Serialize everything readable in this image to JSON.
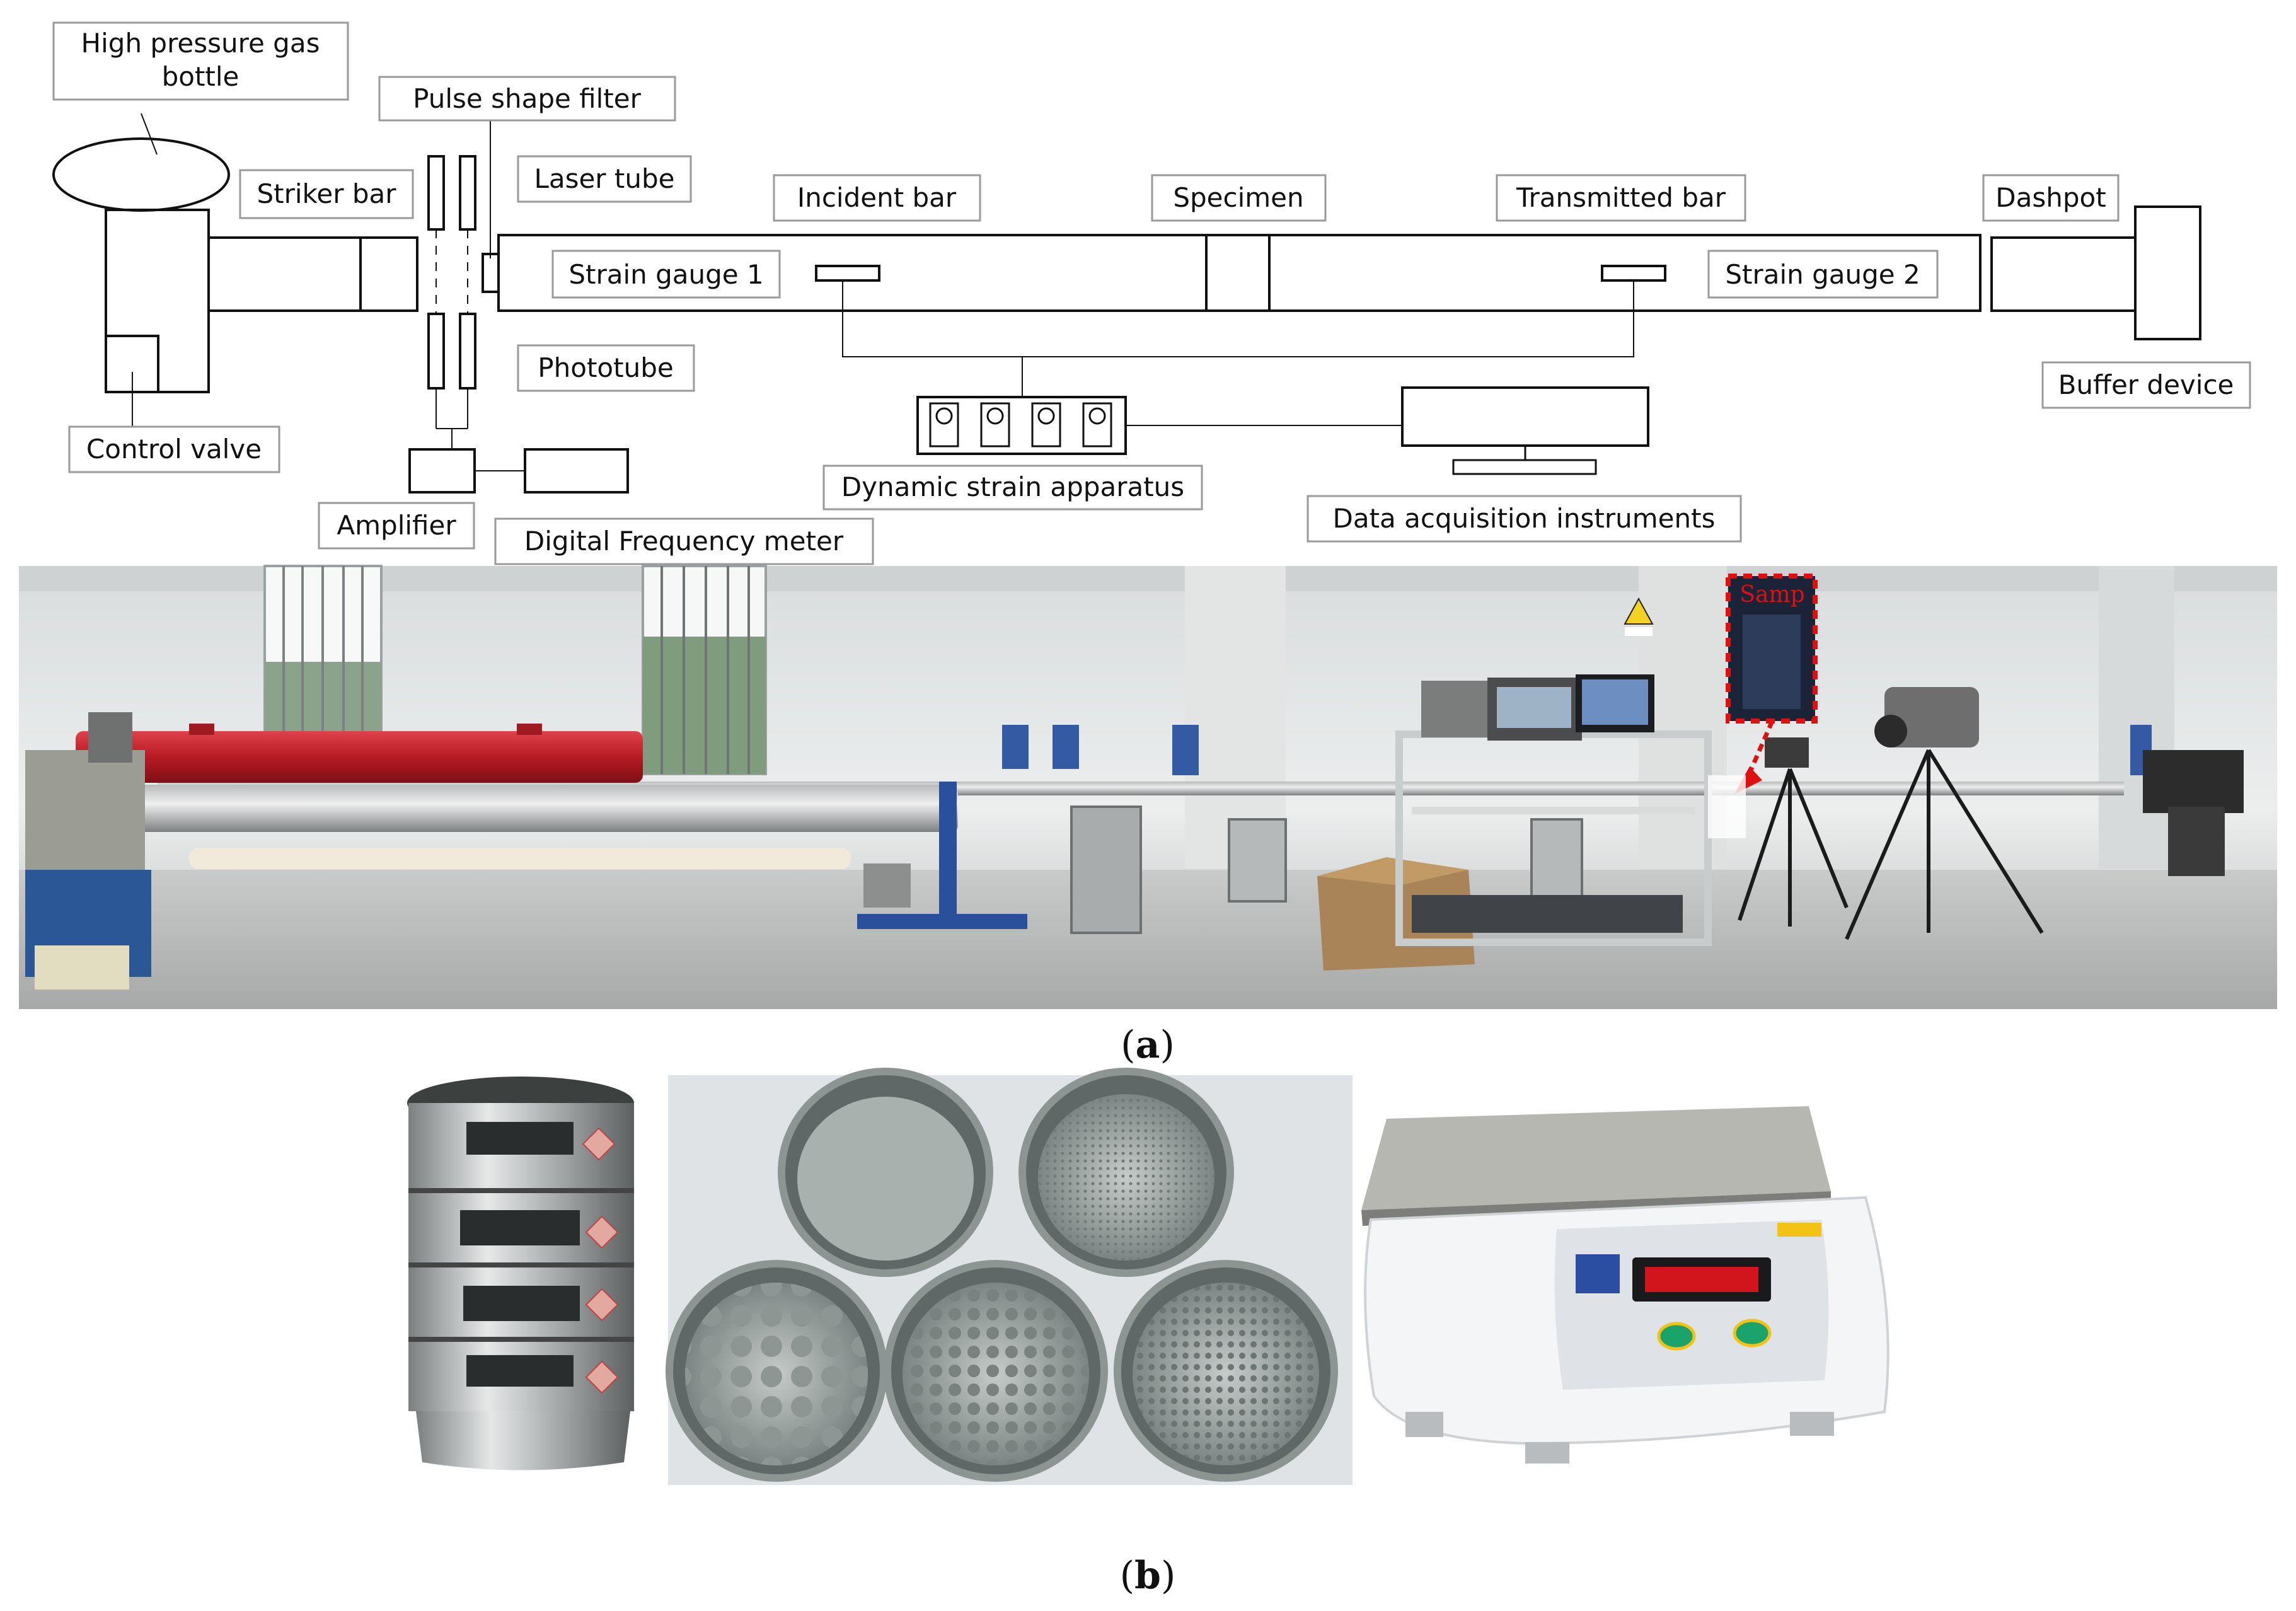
{
  "schematic": {
    "labels": {
      "gas_bottle_line1": "High pressure gas",
      "gas_bottle_line2": "bottle",
      "pulse_shape_filter": "Pulse shape filter",
      "striker_bar": "Striker bar",
      "laser_tube": "Laser tube",
      "incident_bar": "Incident bar",
      "specimen": "Specimen",
      "transmitted_bar": "Transmitted bar",
      "dashpot": "Dashpot",
      "strain_gauge_1": "Strain gauge 1",
      "strain_gauge_2": "Strain gauge 2",
      "phototube": "Phototube",
      "buffer_device": "Buffer device",
      "control_valve": "Control valve",
      "dynamic_strain_apparatus": "Dynamic strain apparatus",
      "amplifier": "Amplifier",
      "data_acquisition": "Data acquisition instruments",
      "digital_frequency_meter": "Digital Frequency meter"
    }
  },
  "photo_a": {
    "sample_tag": "Samp",
    "caption_open": "(",
    "caption_letter": "a",
    "caption_close": ")"
  },
  "photo_b": {
    "caption_open": "(",
    "caption_letter": "b",
    "caption_close": ")"
  },
  "colors": {
    "striker_tube": "#c0202a",
    "sample_marker": "#e01010",
    "line": "#111111",
    "label_border": "#999999"
  }
}
